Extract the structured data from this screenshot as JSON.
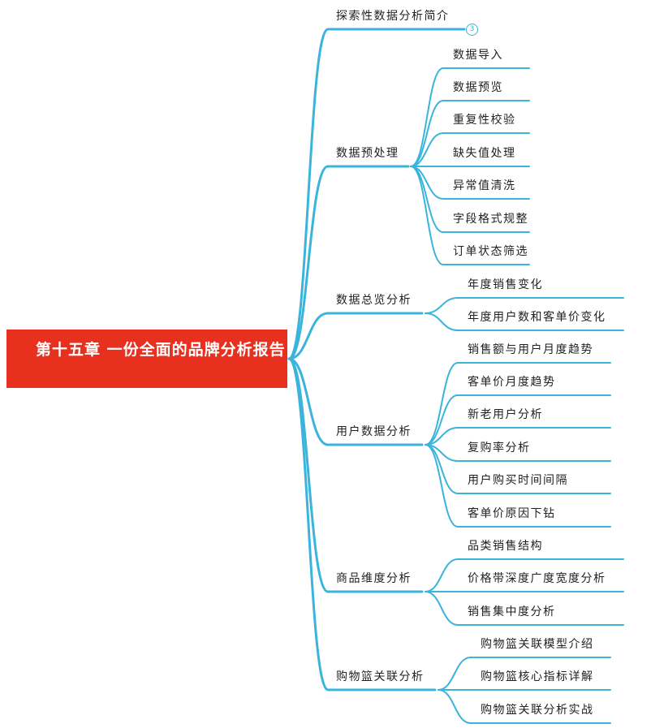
{
  "root": "第十五章 一份全面的品牌分析报告",
  "branches": [
    {
      "label": "探索性数据分析简介",
      "badge": "3",
      "children": []
    },
    {
      "label": "数据预处理",
      "children": [
        "数据导入",
        "数据预览",
        "重复性校验",
        "缺失值处理",
        "异常值清洗",
        "字段格式规整",
        "订单状态筛选"
      ]
    },
    {
      "label": "数据总览分析",
      "children": [
        "年度销售变化",
        "年度用户数和客单价变化"
      ]
    },
    {
      "label": "用户数据分析",
      "children": [
        "销售额与用户月度趋势",
        "客单价月度趋势",
        "新老用户分析",
        "复购率分析",
        "用户购买时间间隔",
        "客单价原因下钻"
      ]
    },
    {
      "label": "商品维度分析",
      "children": [
        "品类销售结构",
        "价格带深度广度宽度分析",
        "销售集中度分析"
      ]
    },
    {
      "label": "购物篮关联分析",
      "children": [
        "购物篮关联模型介绍",
        "购物篮核心指标详解",
        "购物篮关联分析实战"
      ]
    }
  ],
  "colors": {
    "line": "#3bb4dc",
    "root_bg": "#e8301f",
    "root_text": "#ffffff"
  }
}
